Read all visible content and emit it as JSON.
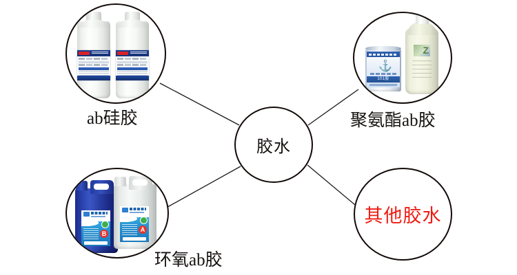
{
  "diagram": {
    "title_center": "胶水",
    "nodes": [
      {
        "id": "ab-silicone",
        "label": "ab硅胶",
        "position": "top-left",
        "label_color": "#161210",
        "products": [
          {
            "type": "round-bottle",
            "color": "white",
            "label_brand_color": "#d6242a"
          },
          {
            "type": "round-bottle",
            "color": "white",
            "label_brand_color": "#d6242a"
          }
        ]
      },
      {
        "id": "polyurethane",
        "label": "聚氨酯ab胶",
        "position": "top-right",
        "label_color": "#161210",
        "products": [
          {
            "type": "paint-can",
            "color": "blue-white",
            "can_band_text": "101胶"
          },
          {
            "type": "tall-bottle",
            "color": "pale-yellow",
            "logo_letter": "Z"
          }
        ]
      },
      {
        "id": "epoxy",
        "label": "环氧ab胶",
        "position": "bottom-left",
        "label_color": "#161210",
        "products": [
          {
            "type": "jerry-can",
            "color": "blue",
            "badge": "B"
          },
          {
            "type": "jerry-can",
            "color": "white",
            "badge": "A"
          }
        ]
      },
      {
        "id": "other-glue",
        "label": "其他胶水",
        "position": "bottom-right",
        "label_color": "#ef1b12",
        "label_inside_circle": true,
        "products": []
      }
    ],
    "connectors": [
      {
        "from": "center",
        "to": "ab-silicone"
      },
      {
        "from": "center",
        "to": "polyurethane"
      },
      {
        "from": "center",
        "to": "epoxy"
      },
      {
        "from": "center",
        "to": "other-glue"
      }
    ],
    "colors": {
      "outline": "#120a08",
      "connector": "#1a1a1a",
      "background": "#ffffff",
      "highlight_text": "#ef1b12"
    }
  }
}
